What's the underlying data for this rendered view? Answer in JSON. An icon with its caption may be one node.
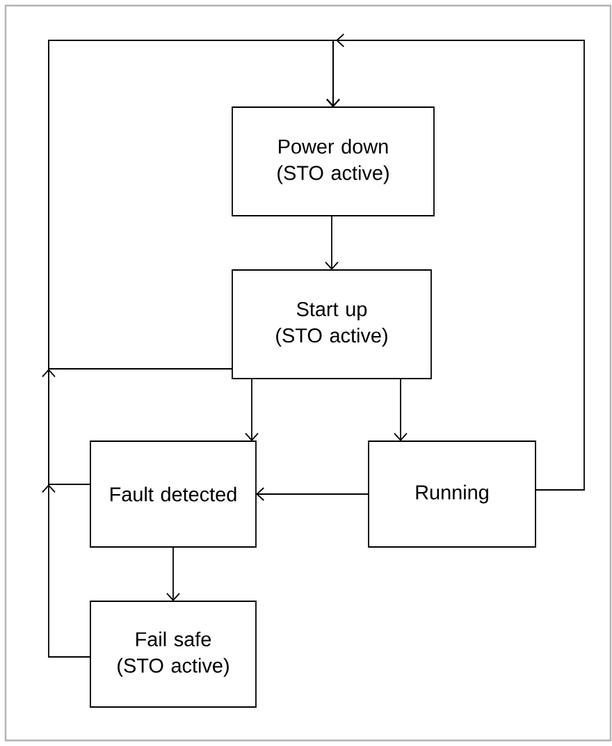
{
  "diagram": {
    "nodes": [
      {
        "text": [
          "Power down (STO active)"
        ]
      },
      {
        "text": [
          "Start up (STO active)"
        ]
      },
      {
        "text": [
          "Fault detected"
        ]
      },
      {
        "text": [
          "Running"
        ]
      },
      {
        "text": [
          "Fail safe (STO active)"
        ]
      }
    ],
    "edges": [
      {
        "from": 0,
        "to": 1,
        "arrow": "to"
      },
      {
        "from": 1,
        "to": 2,
        "arrow": "to"
      },
      {
        "from": 1,
        "to": 3,
        "arrow": "to"
      },
      {
        "from": 3,
        "to": 2,
        "arrow": "to"
      },
      {
        "from": 2,
        "to": 4,
        "arrow": "to"
      },
      {
        "from": 1,
        "to": 0,
        "arrow": "to"
      },
      {
        "from": 2,
        "to": 0,
        "arrow": "to"
      },
      {
        "from": 4,
        "to": 0,
        "arrow": "to"
      },
      {
        "from": 3,
        "to": 0,
        "arrow": "to"
      }
    ]
  }
}
